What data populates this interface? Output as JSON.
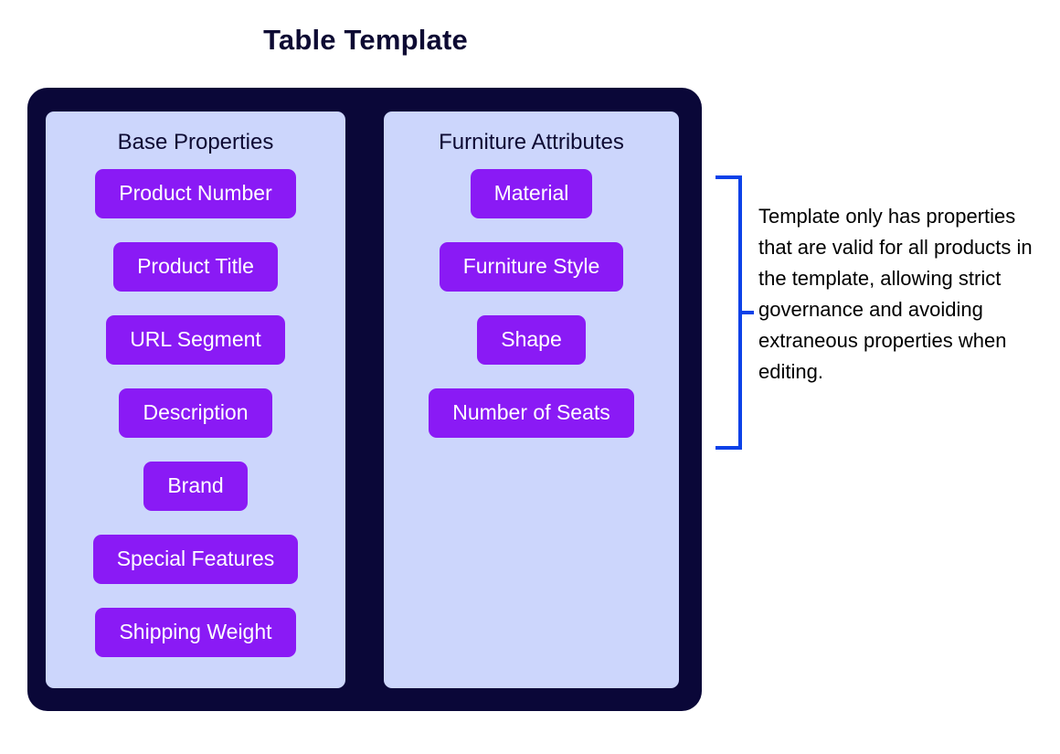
{
  "title": "Table Template",
  "colors": {
    "container_bg": "#0a0738",
    "panel_bg": "#ccd6fc",
    "chip_bg": "#8a1af5",
    "chip_text": "#ffffff",
    "title_text": "#0d0a33",
    "bracket": "#0b41e8",
    "annotation_text": "#000000",
    "page_bg": "#ffffff"
  },
  "groups": [
    {
      "id": "base-properties",
      "title": "Base Properties",
      "properties": [
        "Product Number",
        "Product Title",
        "URL Segment",
        "Description",
        "Brand",
        "Special Features",
        "Shipping Weight"
      ]
    },
    {
      "id": "furniture-attributes",
      "title": "Furniture Attributes",
      "properties": [
        "Material",
        "Furniture Style",
        "Shape",
        "Number of Seats"
      ]
    }
  ],
  "annotation": {
    "icon": "left-facing-bracket-icon",
    "text": "Template only has properties that are valid for all products in the template, allowing strict governance and avoiding extraneous properties when editing."
  }
}
